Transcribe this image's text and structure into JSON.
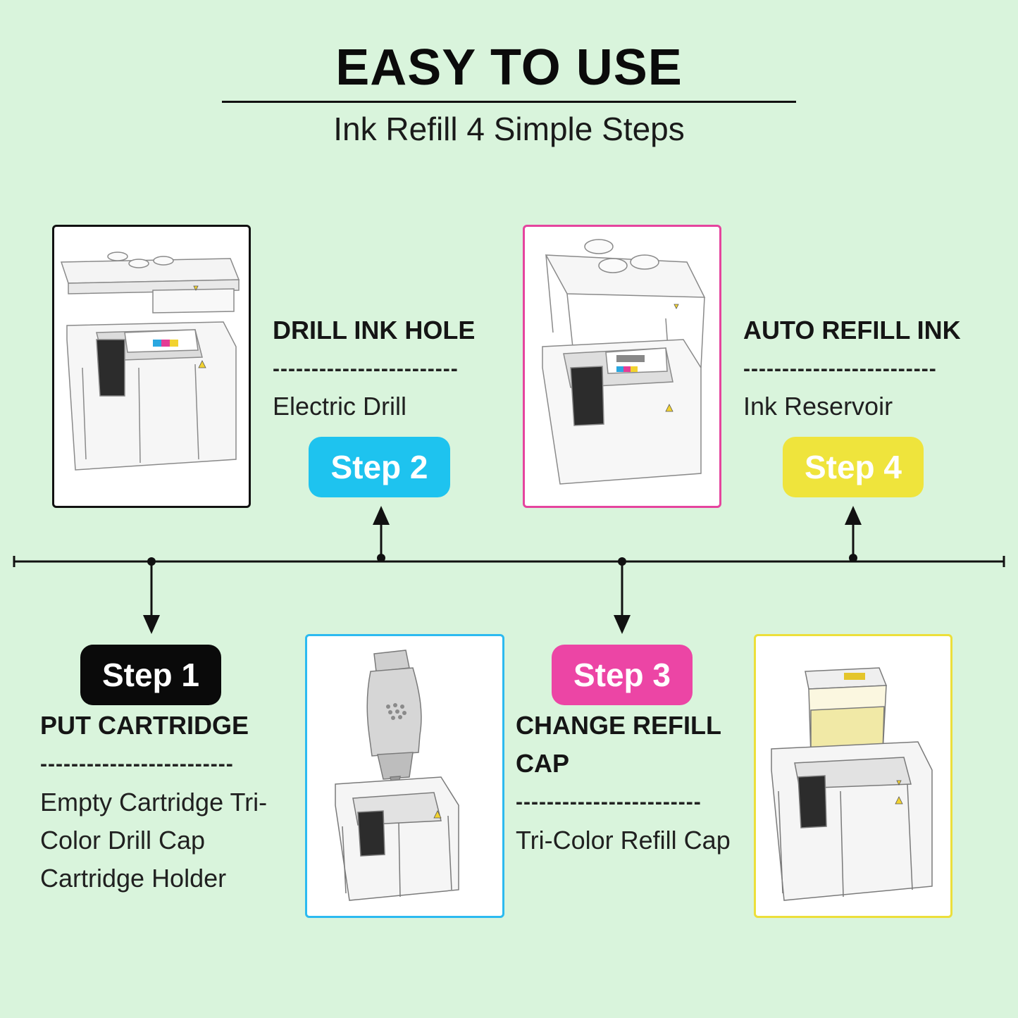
{
  "header": {
    "title": "EASY TO USE",
    "subtitle": "Ink Refill 4 Simple Steps"
  },
  "colors": {
    "background": "#d9f4dc",
    "step1": "#0a0a0a",
    "step2": "#1ec3ef",
    "step3": "#ec45a5",
    "step4": "#efe43c"
  },
  "steps": [
    {
      "badge": "Step 1",
      "heading": "PUT CARTRIDGE",
      "dashes": "-------------------------",
      "desc": [
        "Empty Cartridge Tri-",
        "Color Drill Cap",
        "Cartridge Holder"
      ],
      "image": "cartridge-with-drill-cap-illustration"
    },
    {
      "badge": "Step 2",
      "heading": "DRILL INK HOLE",
      "dashes": "------------------------",
      "desc": [
        "Electric Drill"
      ],
      "image": "ink-bottle-filling-illustration"
    },
    {
      "badge": "Step 3",
      "heading": [
        "CHANGE REFILL",
        "CAP"
      ],
      "dashes": "------------------------",
      "desc": [
        "Tri-Color Refill Cap"
      ],
      "image": "refill-cap-on-cartridge-illustration"
    },
    {
      "badge": "Step 4",
      "heading": "AUTO REFILL INK",
      "dashes": "-------------------------",
      "desc": [
        "Ink Reservoir"
      ],
      "image": "ink-reservoir-on-cartridge-illustration"
    }
  ]
}
